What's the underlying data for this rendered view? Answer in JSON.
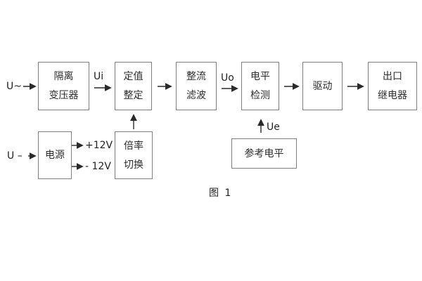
{
  "canvas": {
    "caption": "图 1",
    "background": "#ffffff"
  },
  "colors": {
    "box_border": "#7f7f7f",
    "arrow_line": "#2a2a2a",
    "text": "#2d2d2d"
  },
  "inputs": {
    "ac_label": "U~",
    "dc_label": "U –"
  },
  "signal_labels": {
    "ui": "Ui",
    "uo": "Uo",
    "ue": "Ue",
    "plus12v": "+12V",
    "minus12v": "- 12V"
  },
  "blocks": {
    "isolation_transformer": {
      "line1": "隔离",
      "line2": "变压器"
    },
    "value_setting": {
      "line1": "定值",
      "line2": "整定"
    },
    "rectifier_filter": {
      "line1": "整流",
      "line2": "滤波"
    },
    "level_detection": {
      "line1": "电平",
      "line2": "检测"
    },
    "driver": {
      "line1": "驱动"
    },
    "output_relay": {
      "line1": "出口",
      "line2": "继电器"
    },
    "power_supply": {
      "line1": "电源"
    },
    "ratio_switching": {
      "line1": "倍率",
      "line2": "切换"
    },
    "reference_level": {
      "line1": "参考电平"
    }
  }
}
